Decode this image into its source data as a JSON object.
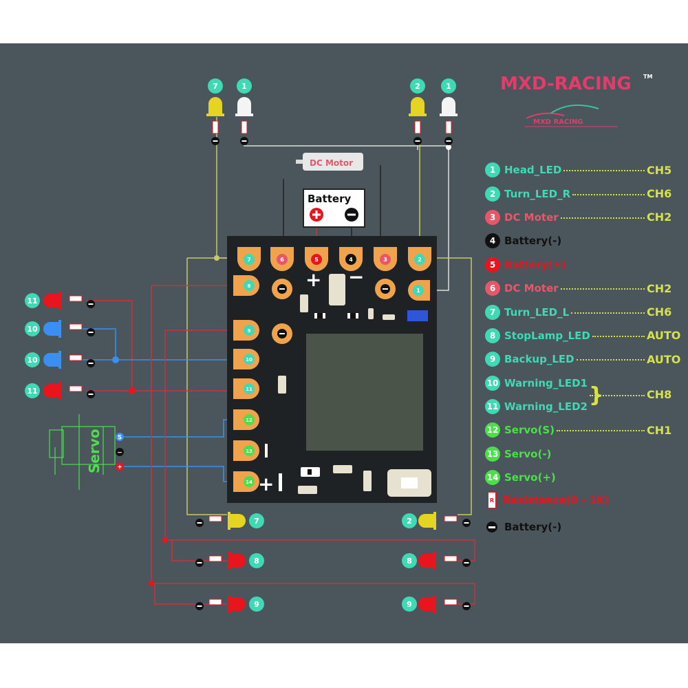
{
  "brand": {
    "logo_text": "MXD-RACING",
    "tm": "TM",
    "sub_logo_text": "MXD RACING"
  },
  "colors": {
    "panel": "#4b565c",
    "board": "#1f2225",
    "pad": "#f0a34a",
    "teal": "#3fd9b5",
    "green": "#4be04b",
    "yellow": "#d7e24a",
    "pink": "#e8566a",
    "red": "#e8141e",
    "blue": "#3b8ff0",
    "lcd": "#4b5449"
  },
  "board_labels": {
    "battery": "Battery",
    "dc_motor": "DC Motor",
    "plus": "+",
    "minus": "−",
    "bar": "I"
  },
  "top_pads": [
    "7",
    "6",
    "5",
    "4",
    "3",
    "2"
  ],
  "side_pads": [
    "8",
    "9",
    "10",
    "11",
    "12",
    "13",
    "14"
  ],
  "pad_right": "1",
  "top_leds": [
    {
      "label": "7",
      "color": "yellow"
    },
    {
      "label": "1",
      "color": "white"
    },
    {
      "label": "2",
      "color": "yellow"
    },
    {
      "label": "1",
      "color": "white"
    }
  ],
  "left_leds": [
    {
      "label": "11",
      "color": "red"
    },
    {
      "label": "10",
      "color": "blue"
    },
    {
      "label": "10",
      "color": "blue"
    },
    {
      "label": "11",
      "color": "red"
    }
  ],
  "bottom_leds": {
    "left": [
      "7",
      "8",
      "9"
    ],
    "right": [
      "2",
      "8",
      "9"
    ]
  },
  "resistor_mark": "R",
  "servo": {
    "label": "Servo",
    "pins": [
      "S",
      "−",
      "+"
    ]
  },
  "legend": [
    {
      "num": "1",
      "text": "Head_LED",
      "ch": "CH5",
      "color": "teal"
    },
    {
      "num": "2",
      "text": "Turn_LED_R",
      "ch": "CH6",
      "color": "teal"
    },
    {
      "num": "3",
      "text": "DC Moter",
      "ch": "CH2",
      "color": "pink"
    },
    {
      "num": "4",
      "text": "Battery(-)",
      "ch": "",
      "color": "black"
    },
    {
      "num": "5",
      "text": "Battery(+)",
      "ch": "",
      "color": "red"
    },
    {
      "num": "6",
      "text": "DC Moter",
      "ch": "CH2",
      "color": "pink"
    },
    {
      "num": "7",
      "text": "Turn_LED_L",
      "ch": "CH6",
      "color": "teal"
    },
    {
      "num": "8",
      "text": "StopLamp_LED",
      "ch": "AUTO",
      "color": "teal"
    },
    {
      "num": "9",
      "text": "Backup_LED",
      "ch": "AUTO",
      "color": "teal"
    },
    {
      "num": "10",
      "text": "Warning_LED1",
      "ch": "CH8",
      "color": "teal"
    },
    {
      "num": "11",
      "text": "Warning_LED2",
      "ch": "",
      "color": "teal"
    },
    {
      "num": "12",
      "text": "Servo(S)",
      "ch": "CH1",
      "color": "green"
    },
    {
      "num": "13",
      "text": "Servo(-)",
      "ch": "",
      "color": "green"
    },
    {
      "num": "14",
      "text": "Servo(+)",
      "ch": "",
      "color": "green"
    }
  ],
  "legend_resistance": "Resistance(0 - 1K)",
  "legend_battery_minus": "Battery(-)"
}
